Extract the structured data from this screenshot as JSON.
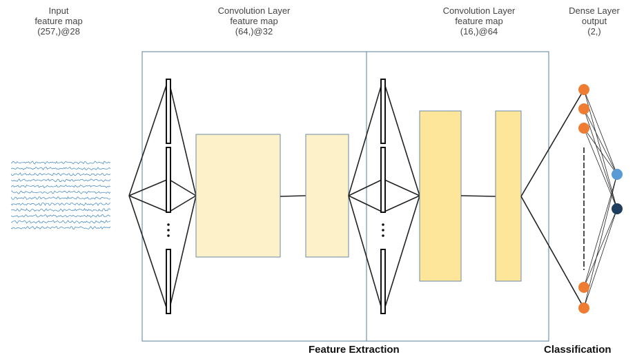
{
  "columns": {
    "input": {
      "line1": "Input",
      "line2": "feature map",
      "line3": "(257,)@28"
    },
    "conv1": {
      "line1": "Convolution Layer",
      "line2": "feature map",
      "line3": "(64,)@32"
    },
    "conv2": {
      "line1": "Convolution Layer",
      "line2": "feature map",
      "line3": "(16,)@64"
    },
    "dense": {
      "line1": "Dense Layer",
      "line2": "output",
      "line3": "(2,)"
    }
  },
  "sections": {
    "feature_extraction": "Feature Extraction",
    "classification": "Classification"
  },
  "colors": {
    "frame": "#5a7f9a",
    "signal": "#4f8fc6",
    "box_light": "#fdf1c9",
    "box_dark": "#fde59a",
    "box_stroke": "#6b8aa8",
    "neuron_orange": "#ee7d33",
    "output_light": "#5b9bd5",
    "output_dark": "#1f3d5c"
  }
}
